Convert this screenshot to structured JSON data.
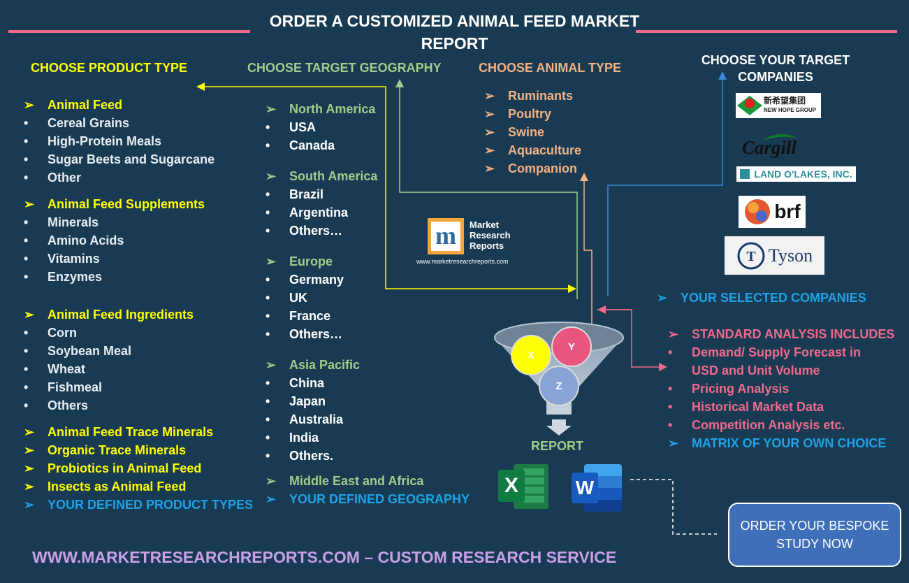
{
  "title": "ORDER A CUSTOMIZED ANIMAL FEED MARKET REPORT",
  "colors": {
    "background": "#183a52",
    "accent_line": "#f06a8c",
    "yellow": "#ffff00",
    "green": "#9ecf8a",
    "orange": "#f4b183",
    "pink": "#f06a8c",
    "blue": "#1fa2e6",
    "cta": "#3f6fb8"
  },
  "product": {
    "heading": "CHOOSE PRODUCT TYPE",
    "items": [
      {
        "mark": "➢",
        "label": "Animal Feed",
        "kind": "head"
      },
      {
        "mark": "•",
        "label": "Cereal Grains",
        "kind": "sub"
      },
      {
        "mark": "•",
        "label": "High-Protein Meals",
        "kind": "sub"
      },
      {
        "mark": "•",
        "label": "Sugar Beets and Sugarcane",
        "kind": "sub"
      },
      {
        "mark": "•",
        "label": "Other",
        "kind": "sub"
      },
      {
        "mark": "➢",
        "label": "Animal Feed Supplements",
        "kind": "head"
      },
      {
        "mark": "•",
        "label": "Minerals",
        "kind": "sub"
      },
      {
        "mark": "•",
        "label": "Amino Acids",
        "kind": "sub"
      },
      {
        "mark": "•",
        "label": "Vitamins",
        "kind": "sub"
      },
      {
        "mark": "•",
        "label": "Enzymes",
        "kind": "sub"
      },
      {
        "mark": "➢",
        "label": "Animal Feed Ingredients",
        "kind": "head"
      },
      {
        "mark": "•",
        "label": "Corn",
        "kind": "sub"
      },
      {
        "mark": "•",
        "label": "Soybean Meal",
        "kind": "sub"
      },
      {
        "mark": "•",
        "label": "Wheat",
        "kind": "sub"
      },
      {
        "mark": "•",
        "label": "Fishmeal",
        "kind": "sub"
      },
      {
        "mark": "•",
        "label": "Others",
        "kind": "sub"
      },
      {
        "mark": "➢",
        "label": "Animal Feed Trace Minerals",
        "kind": "head"
      },
      {
        "mark": "➢",
        "label": "Organic Trace Minerals",
        "kind": "head"
      },
      {
        "mark": "➢",
        "label": "Probiotics in Animal Feed",
        "kind": "head"
      },
      {
        "mark": "➢",
        "label": "Insects as Animal Feed",
        "kind": "head"
      },
      {
        "mark": "➢",
        "label": "YOUR DEFINED PRODUCT TYPES",
        "kind": "custom"
      }
    ]
  },
  "geography": {
    "heading": "CHOOSE TARGET GEOGRAPHY",
    "items": [
      {
        "mark": "➢",
        "label": "North America",
        "kind": "head"
      },
      {
        "mark": "•",
        "label": "USA",
        "kind": "sub"
      },
      {
        "mark": "•",
        "label": "Canada",
        "kind": "sub"
      },
      {
        "mark": "➢",
        "label": "South America",
        "kind": "head"
      },
      {
        "mark": "•",
        "label": "Brazil",
        "kind": "sub"
      },
      {
        "mark": "•",
        "label": "Argentina",
        "kind": "sub"
      },
      {
        "mark": "•",
        "label": "Others…",
        "kind": "sub"
      },
      {
        "mark": "➢",
        "label": "Europe",
        "kind": "head"
      },
      {
        "mark": "•",
        "label": "Germany",
        "kind": "sub"
      },
      {
        "mark": "•",
        "label": "UK",
        "kind": "sub"
      },
      {
        "mark": "•",
        "label": "France",
        "kind": "sub"
      },
      {
        "mark": "•",
        "label": "Others…",
        "kind": "sub"
      },
      {
        "mark": "➢",
        "label": "Asia Pacific",
        "kind": "head"
      },
      {
        "mark": "•",
        "label": "China",
        "kind": "sub"
      },
      {
        "mark": "•",
        "label": "Japan",
        "kind": "sub"
      },
      {
        "mark": "•",
        "label": "Australia",
        "kind": "sub"
      },
      {
        "mark": "•",
        "label": "India",
        "kind": "sub"
      },
      {
        "mark": "•",
        "label": "Others.",
        "kind": "sub"
      },
      {
        "mark": "➢",
        "label": "Middle East and Africa",
        "kind": "head"
      },
      {
        "mark": "➢",
        "label": "YOUR DEFINED GEOGRAPHY",
        "kind": "custom"
      }
    ]
  },
  "animal": {
    "heading": "CHOOSE ANIMAL TYPE",
    "items": [
      {
        "mark": "➢",
        "label": "Ruminants"
      },
      {
        "mark": "➢",
        "label": "Poultry"
      },
      {
        "mark": "➢",
        "label": "Swine"
      },
      {
        "mark": "➢",
        "label": "Aquaculture"
      },
      {
        "mark": "➢",
        "label": "Companion"
      }
    ]
  },
  "companies": {
    "heading": "CHOOSE YOUR TARGET COMPANIES",
    "logos": [
      "新希望集团",
      "NEW HOPE GROUP",
      "Cargill",
      "LAND O'LAKES, INC.",
      "brf",
      "Tyson"
    ],
    "selected_label": "YOUR SELECTED COMPANIES"
  },
  "mrr_logo": {
    "line1": "Market",
    "line2": "Research",
    "line3": "Reports",
    "url": "www.marketresearchreports.com"
  },
  "funnel": {
    "x": "X",
    "y": "Y",
    "z": "Z",
    "label": "REPORT"
  },
  "analysis": {
    "items": [
      {
        "mark": "➢",
        "label": "STANDARD ANALYSIS INCLUDES",
        "kind": "pink"
      },
      {
        "mark": "•",
        "label": "Demand/ Supply Forecast in",
        "kind": "pink"
      },
      {
        "mark": "",
        "label": "USD and Unit Volume",
        "kind": "pink"
      },
      {
        "mark": "•",
        "label": "Pricing Analysis",
        "kind": "pink"
      },
      {
        "mark": "•",
        "label": "Historical Market Data",
        "kind": "pink"
      },
      {
        "mark": "•",
        "label": "Competition Analysis etc.",
        "kind": "pink"
      },
      {
        "mark": "➢",
        "label": "MATRIX OF YOUR OWN CHOICE",
        "kind": "blue"
      }
    ]
  },
  "cta": {
    "line1": "ORDER YOUR BESPOKE",
    "line2": "STUDY NOW"
  },
  "footer": "WWW.MARKETRESEARCHREPORTS.COM – CUSTOM RESEARCH SERVICE"
}
